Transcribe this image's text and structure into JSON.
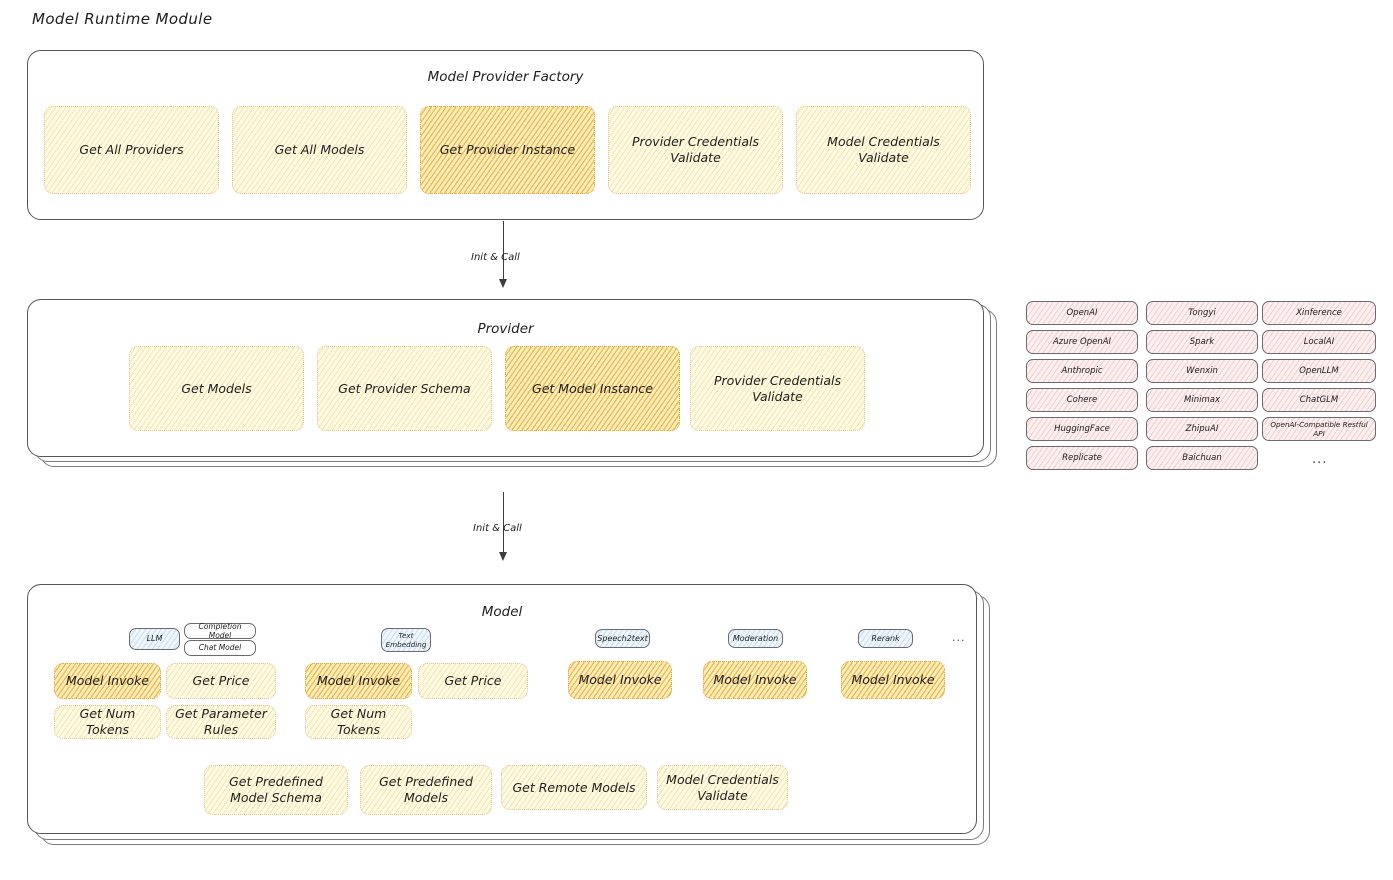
{
  "diagram": {
    "title": "Model Runtime Module",
    "arrow_labels": [
      "Init & Call",
      "Init & Call"
    ],
    "ellipsis": "..."
  },
  "factory": {
    "label": "Model Provider Factory",
    "cards": [
      {
        "label": "Get All Providers",
        "highlight": false
      },
      {
        "label": "Get All Models",
        "highlight": false
      },
      {
        "label": "Get Provider Instance",
        "highlight": true
      },
      {
        "label": "Provider Credentials Validate",
        "highlight": false
      },
      {
        "label": "Model Credentials Validate",
        "highlight": false
      }
    ]
  },
  "provider": {
    "label": "Provider",
    "cards": [
      {
        "label": "Get Models",
        "highlight": false
      },
      {
        "label": "Get Provider Schema",
        "highlight": false
      },
      {
        "label": "Get Model Instance",
        "highlight": true
      },
      {
        "label": "Provider Credentials Validate",
        "highlight": false
      }
    ]
  },
  "provider_list": {
    "columns": [
      [
        "OpenAI",
        "Azure OpenAI",
        "Anthropic",
        "Cohere",
        "HuggingFace",
        "Replicate"
      ],
      [
        "Tongyi",
        "Spark",
        "Wenxin",
        "Minimax",
        "ZhipuAI",
        "Baichuan"
      ],
      [
        "Xinference",
        "LocalAI",
        "OpenLLM",
        "ChatGLM",
        "OpenAI-Compatible Restful API"
      ]
    ],
    "more": "..."
  },
  "model": {
    "label": "Model",
    "types": [
      {
        "name": "LLM",
        "sub": [
          "Completion Model",
          "Chat Model"
        ]
      },
      {
        "name": "Text Embedding",
        "sub": []
      },
      {
        "name": "Speech2text",
        "sub": []
      },
      {
        "name": "Moderation",
        "sub": []
      },
      {
        "name": "Rerank",
        "sub": []
      }
    ],
    "more": "...",
    "llm_methods": [
      {
        "label": "Model Invoke",
        "highlight": true
      },
      {
        "label": "Get Price",
        "highlight": false
      },
      {
        "label": "Get Num Tokens",
        "highlight": false
      },
      {
        "label": "Get Parameter Rules",
        "highlight": false
      }
    ],
    "embedding_methods": [
      {
        "label": "Model Invoke",
        "highlight": true
      },
      {
        "label": "Get Price",
        "highlight": false
      },
      {
        "label": "Get Num Tokens",
        "highlight": false
      }
    ],
    "speech2text_methods": [
      {
        "label": "Model Invoke",
        "highlight": true
      }
    ],
    "moderation_methods": [
      {
        "label": "Model Invoke",
        "highlight": true
      }
    ],
    "rerank_methods": [
      {
        "label": "Model Invoke",
        "highlight": true
      }
    ],
    "common_methods": [
      {
        "label": "Get Predefined Model Schema",
        "highlight": false
      },
      {
        "label": "Get Predefined Models",
        "highlight": false
      },
      {
        "label": "Get Remote Models",
        "highlight": false
      },
      {
        "label": "Model Credentials Validate",
        "highlight": false
      }
    ]
  },
  "colors": {
    "highlight_fill": "#f5c96a",
    "light_fill": "#fffbe9",
    "pink_fill": "#fdf0f0",
    "blue_fill": "#eef6fb",
    "stroke": "#55565a"
  }
}
